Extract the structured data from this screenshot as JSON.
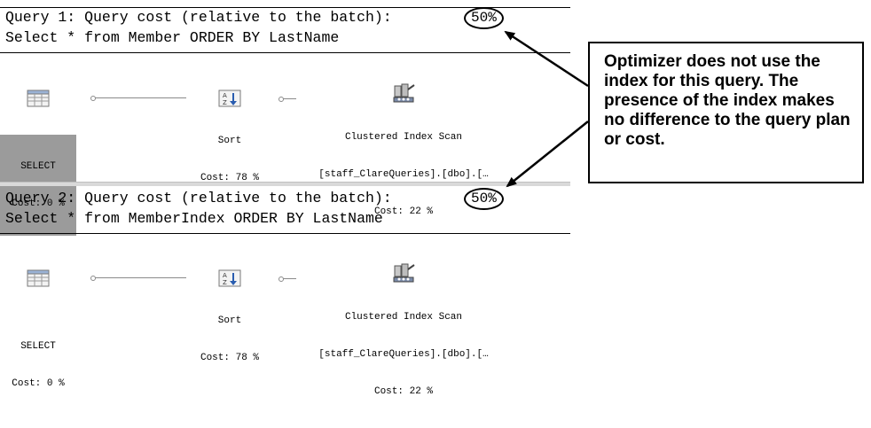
{
  "query1": {
    "header": "Query 1: Query cost (relative to the batch):",
    "cost_pct": "50%",
    "sql": "Select * from Member ORDER BY LastName",
    "nodes": {
      "select": {
        "label": "SELECT",
        "cost": "Cost: 0 %"
      },
      "sort": {
        "label": "Sort",
        "cost": "Cost: 78 %"
      },
      "scan": {
        "label": "Clustered Index Scan",
        "object": "[staff_ClareQueries].[dbo].[…",
        "cost": "Cost: 22 %"
      }
    }
  },
  "query2": {
    "header": "Query 2: Query cost (relative to the batch):",
    "cost_pct": "50%",
    "sql": "Select * from MemberIndex ORDER BY LastName",
    "nodes": {
      "select": {
        "label": "SELECT",
        "cost": "Cost: 0 %"
      },
      "sort": {
        "label": "Sort",
        "cost": "Cost: 78 %"
      },
      "scan": {
        "label": "Clustered Index Scan",
        "object": "[staff_ClareQueries].[dbo].[…",
        "cost": "Cost: 22 %"
      }
    }
  },
  "callout": {
    "text": "Optimizer does not use the index for this query. The presence of the index makes no difference to the query plan or cost."
  },
  "colors": {
    "selected_node": "#9b9b9b",
    "separator": "#d9d9d9"
  },
  "icons": {
    "select": "table-icon",
    "sort": "sort-az-icon",
    "scan": "clustered-index-scan-icon"
  }
}
